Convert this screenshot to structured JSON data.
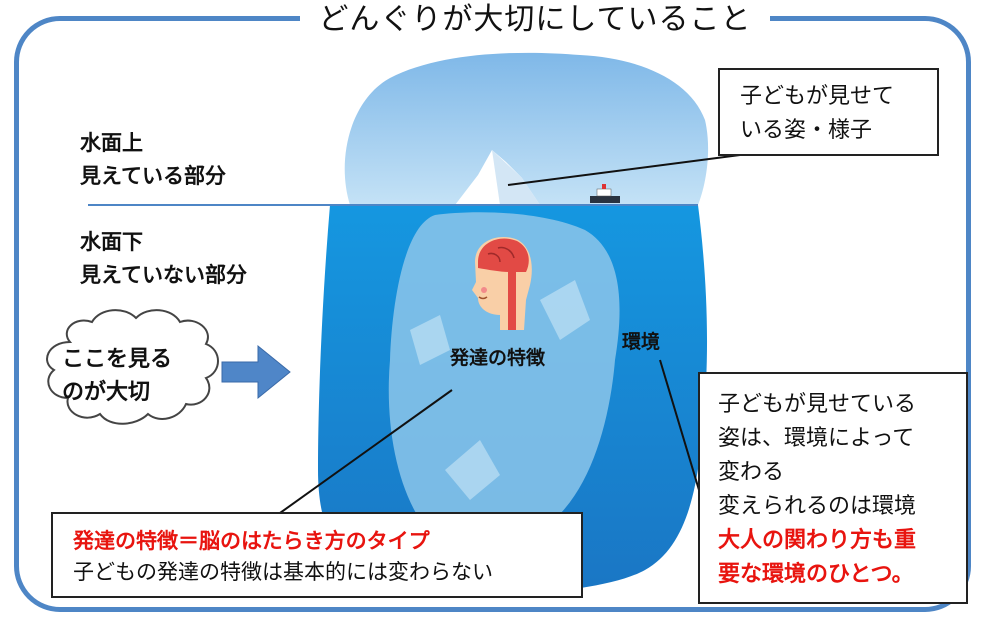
{
  "title": "どんぐりが大切にしていること",
  "labels": {
    "above_line1": "水面上",
    "above_line2": "見えている部分",
    "below_line1": "水面下",
    "below_line2": "見えていない部分",
    "development": "発達の特徴",
    "environment": "環境"
  },
  "cloud": {
    "line1": "ここを見る",
    "line2": "のが大切"
  },
  "box_visible": {
    "line1": "子どもが見せて",
    "line2": "いる姿・様子"
  },
  "box_environment": {
    "line1": "子どもが見せている",
    "line2": "姿は、環境によって",
    "line3": "変わる",
    "line4": "変えられるのは環境",
    "highlight1": "大人の関わり方も重",
    "highlight2": "要な環境のひとつ。"
  },
  "box_development": {
    "highlight": "発達の特徴＝脳のはたらき方のタイプ",
    "text": "子どもの発達の特徴は基本的には変わらない"
  },
  "colors": {
    "frame": "#4e86c6",
    "accent_red": "#e8140f",
    "water": "#1a8fdc",
    "sky": "#a8d3f0",
    "arrow": "#4f86c8"
  }
}
